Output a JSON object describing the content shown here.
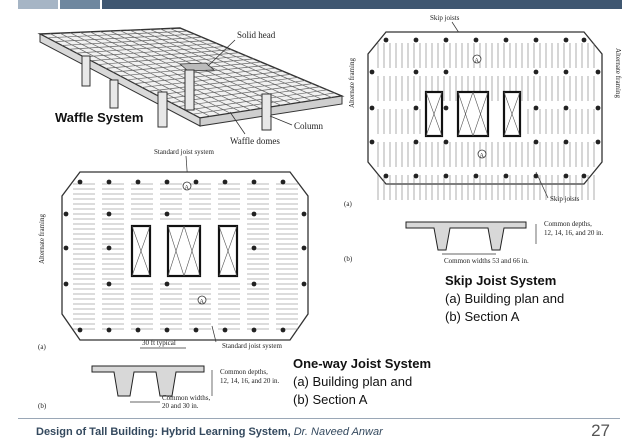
{
  "slide": {
    "footer_title": "Design of Tall Building: Hybrid Learning System,",
    "footer_author": "Dr. Naveed Anwar",
    "page_number": "27",
    "accent_colors": [
      "#a6b5c5",
      "#6e879f",
      "#3f5771"
    ]
  },
  "waffle": {
    "caption": "Waffle System",
    "labels": {
      "solid_head": "Solid head",
      "column": "Column",
      "domes": "Waffle domes"
    }
  },
  "oneway": {
    "caption_title": "One-way Joist System",
    "caption_a": "(a)  Building plan and",
    "caption_b": "(b)  Section A",
    "labels": {
      "standard_joist_top": "Standard joist system",
      "alternate_framing": "Alternate framing",
      "thirty_ft": "30 ft typical",
      "standard_joist_bottom": "Standard joist system",
      "depths_1": "Common depths,",
      "depths_2": "12, 14, 16, and 20 in.",
      "widths_1": "Common widths,",
      "widths_2": "20 and 30 in.",
      "fig_a": "(a)",
      "fig_b": "(b)",
      "section_a": "A"
    }
  },
  "skip": {
    "caption_title": "Skip Joist System",
    "caption_a": "(a)  Building plan and",
    "caption_b": "(b)  Section A",
    "labels": {
      "skip_joists_top": "Skip joists",
      "alternate_framing_left": "Alternate framing",
      "alternate_framing_right": "Alternate framing",
      "skip_joists_bottom": "Skip joists",
      "depths_1": "Common depths,",
      "depths_2": "12, 14, 16, and 20 in.",
      "widths": "Common widths 53 and 66 in.",
      "fig_a": "(a)",
      "fig_b": "(b)",
      "section_a": "A"
    }
  }
}
